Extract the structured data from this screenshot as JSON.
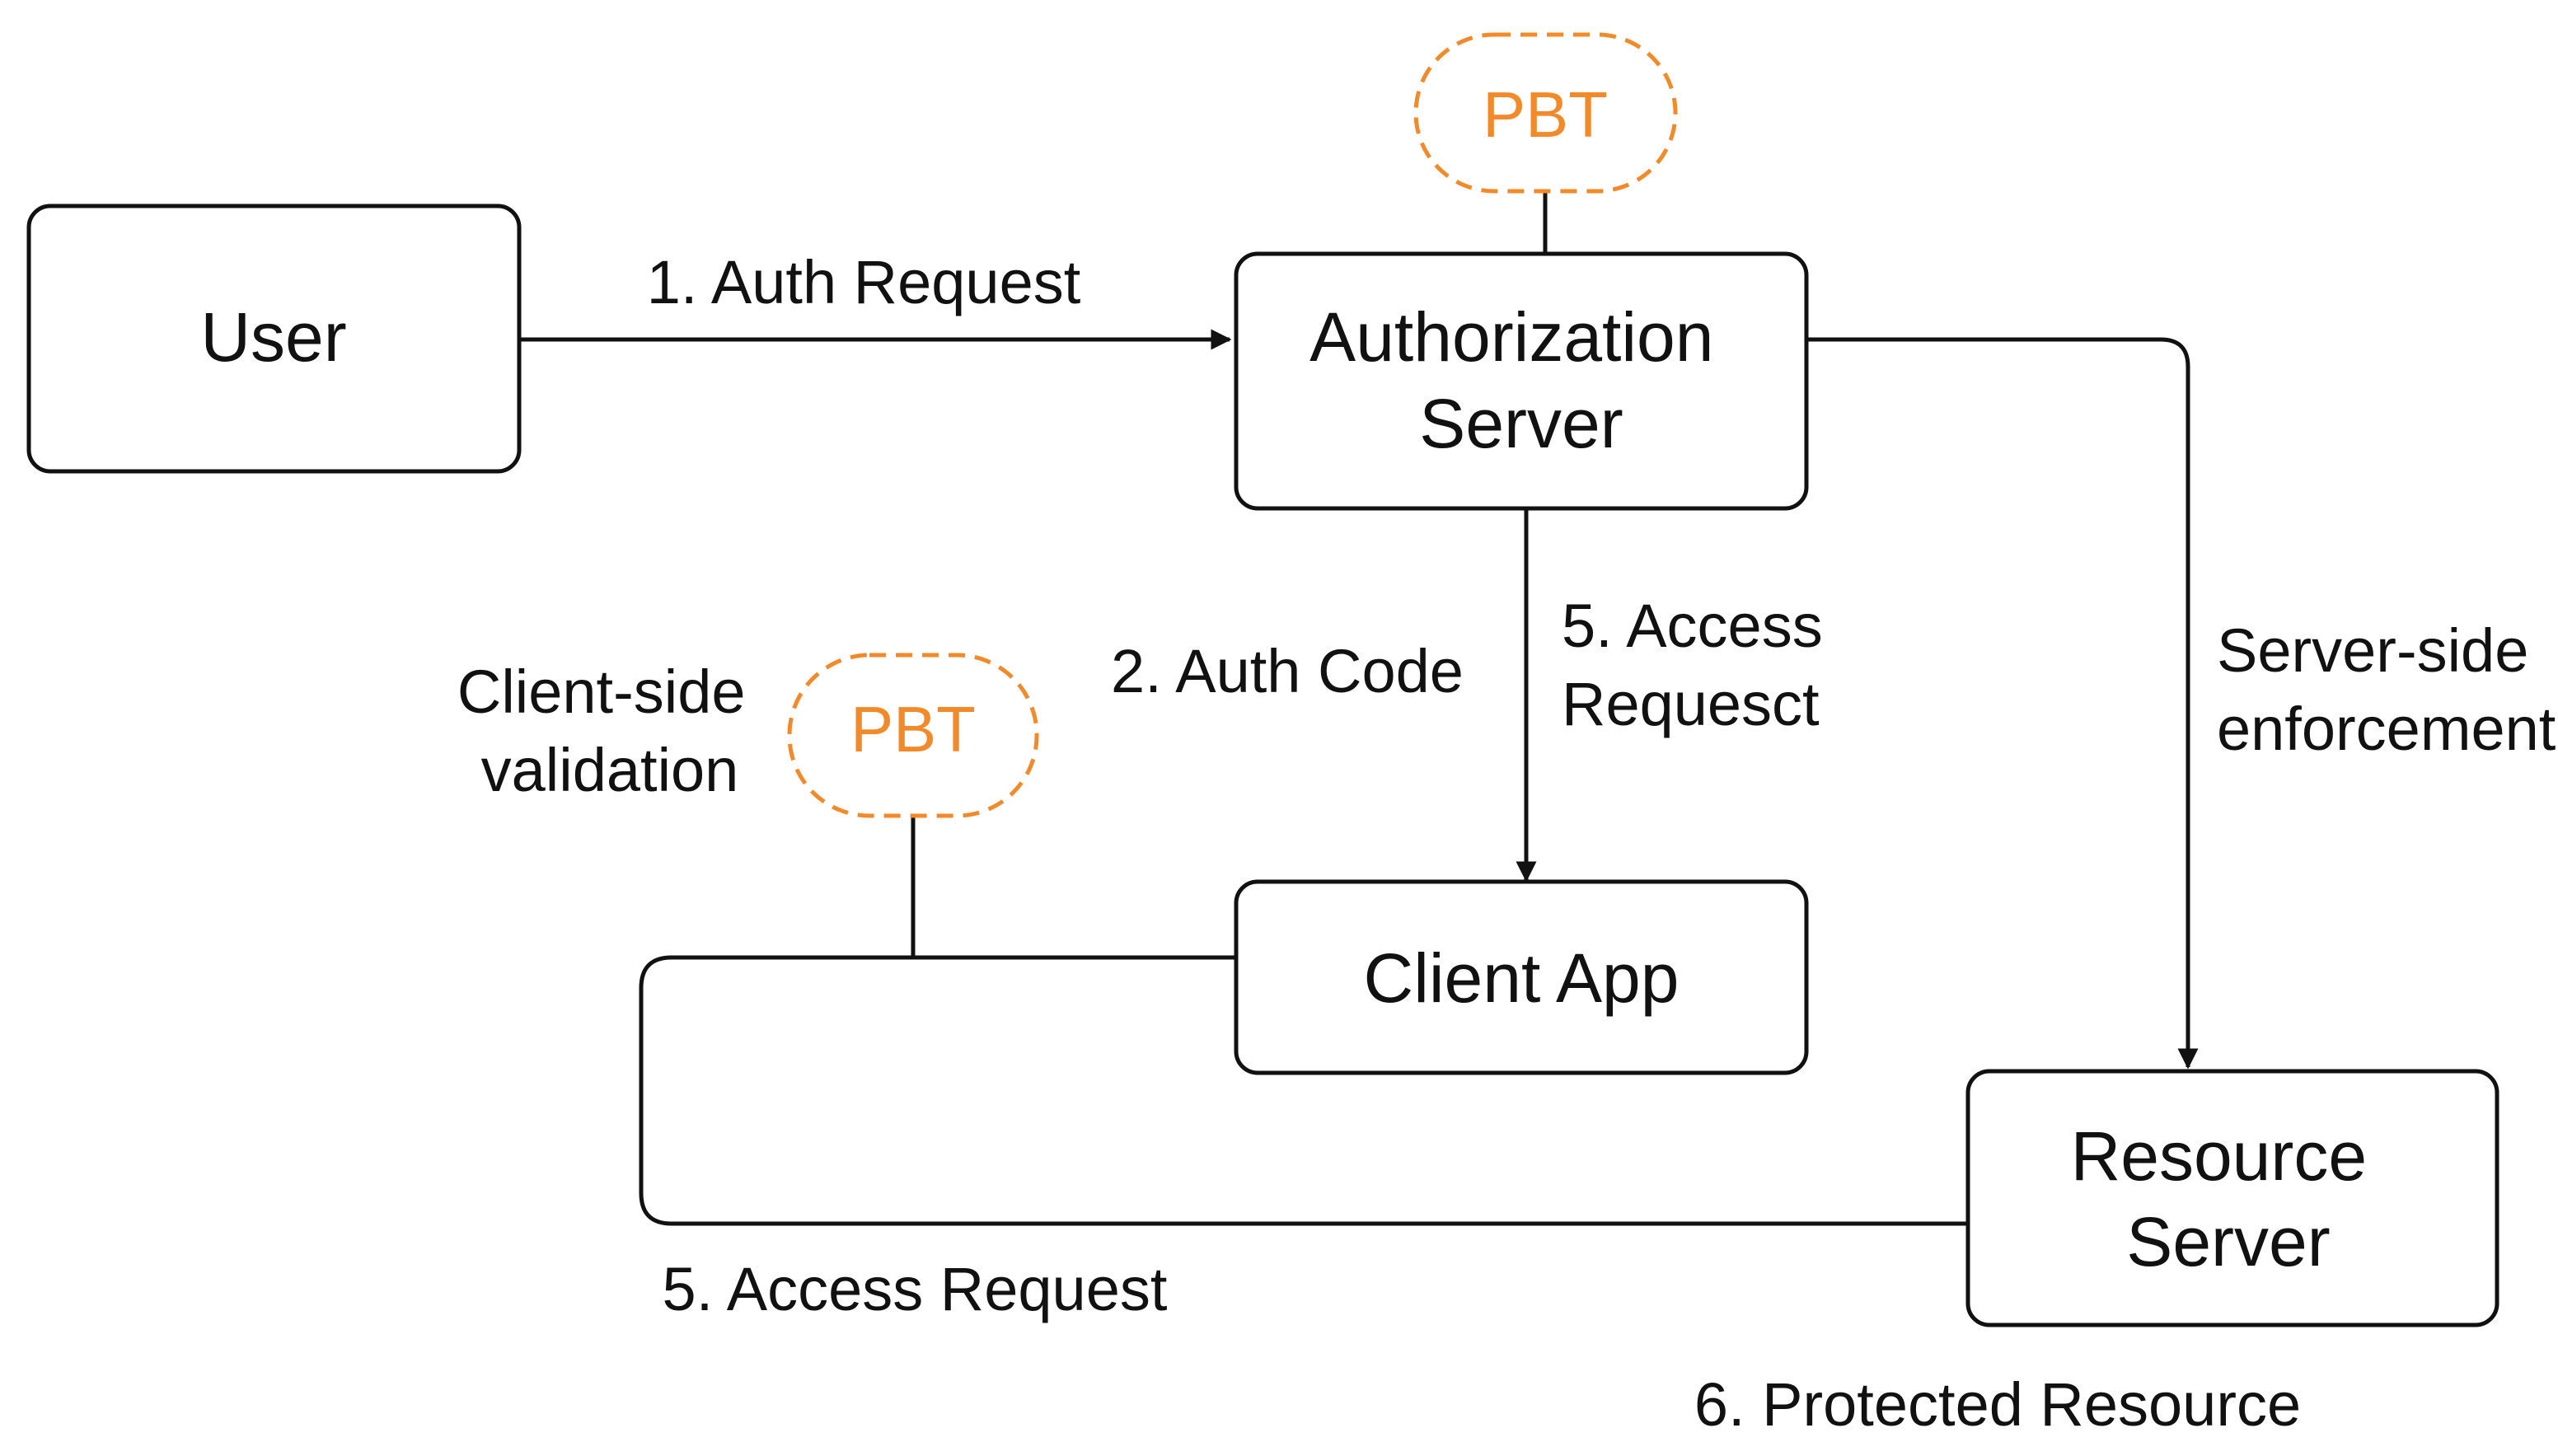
{
  "colors": {
    "stroke": "#111111",
    "text": "#111111",
    "accent": "#f28a2a"
  },
  "nodes": {
    "user": "User",
    "authorization_server": [
      "Authorization",
      "Server"
    ],
    "client_app": "Client App",
    "resource_server": [
      "Resource",
      "Server"
    ]
  },
  "tokens": {
    "server_pbt": "PBT",
    "client_pbt": "PBT"
  },
  "edges": {
    "auth_request": "1. Auth Request",
    "auth_code": "2. Auth Code",
    "access_request_vertical": [
      "5. Access",
      "Requesct"
    ],
    "server_side": [
      "Server-side",
      "enforcement"
    ],
    "client_side": [
      "Client-side",
      "validation"
    ],
    "access_request_bottom": "5. Access Request",
    "protected_resource": "6. Protected Resource"
  }
}
